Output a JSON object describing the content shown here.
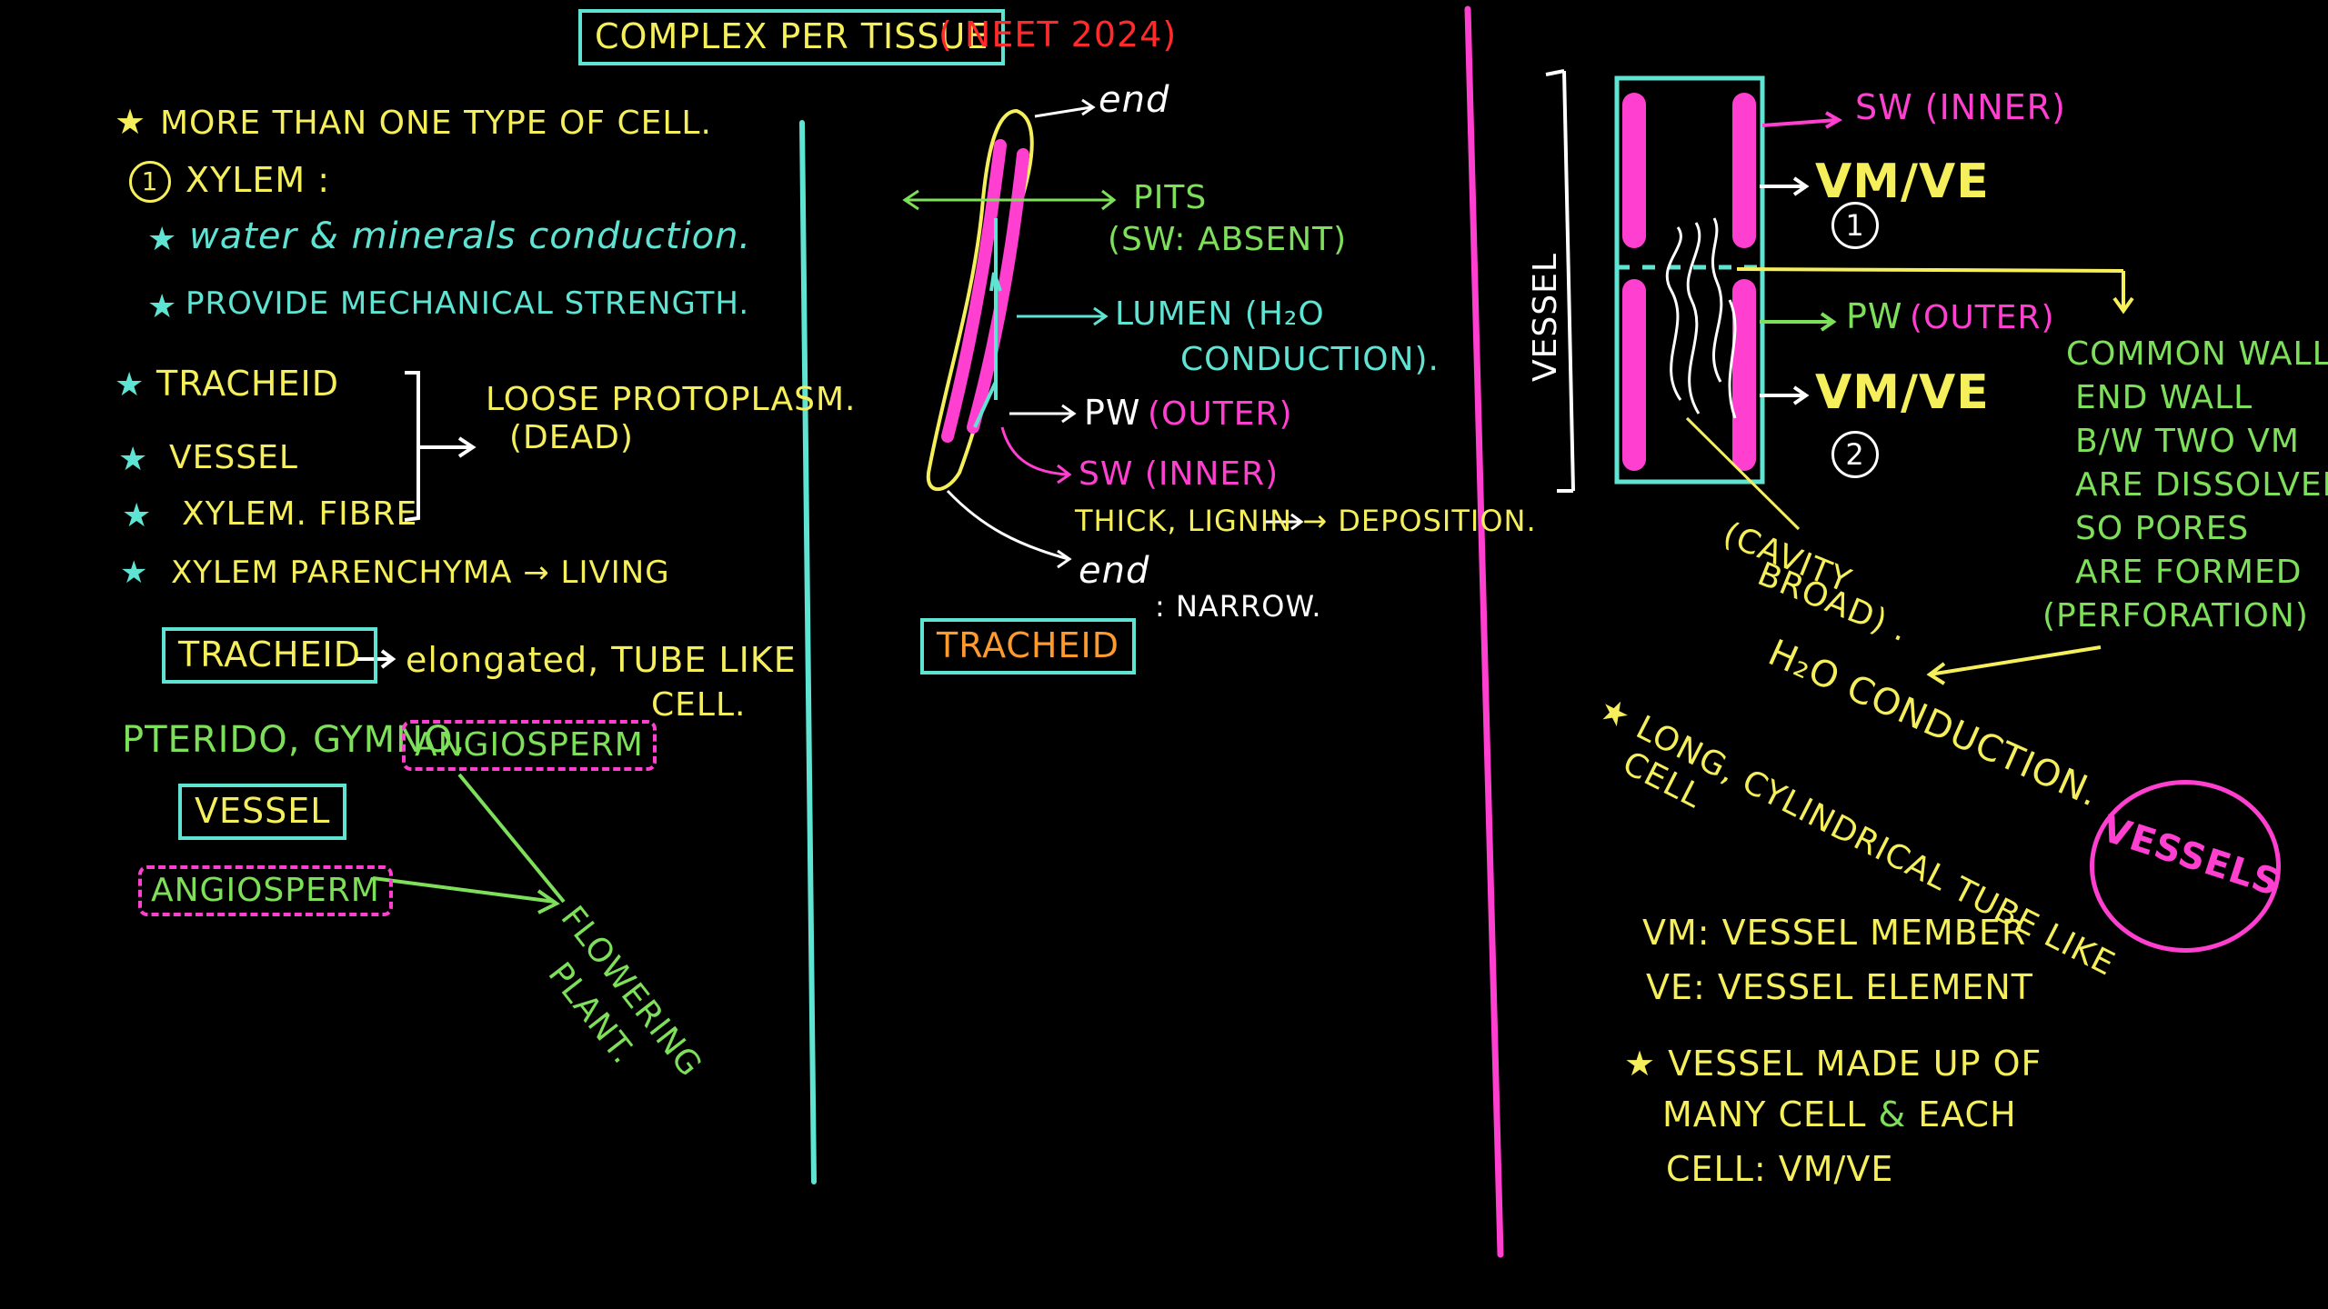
{
  "left": {
    "title": "COMPLEX PER TISSUE",
    "exam_tag": "( NEET 2024)",
    "bullet_more": "MORE THAN ONE TYPE OF CELL.",
    "xylem_heading": "XYLEM :",
    "xylem_num": "1",
    "xylem_point1": "water & minerals conduction.",
    "xylem_point2": "PROVIDE MECHANICAL STRENGTH.",
    "list_tracheid": "TRACHEID",
    "list_vessel": "VESSEL",
    "list_fibre": "XYLEM. FIBRE",
    "group_note_line1": "LOOSE PROTOPLASM.",
    "group_note_line2": "(DEAD)",
    "list_parenchyma": "XYLEM PARENCHYMA → LIVING",
    "tracheid_box": "TRACHEID",
    "tracheid_desc_line1": "elongated, TUBE LIKE",
    "tracheid_desc_line2": "CELL.",
    "groups_prefix": "PTERIDO, GYMNO,",
    "groups_angio": "ANGIOSPERM",
    "vessel_box": "VESSEL",
    "vessel_angio": "ANGIOSPERM",
    "flowering": "FLOWERING",
    "plant": "PLANT."
  },
  "middle": {
    "end_top": "end",
    "pits_line1": "PITS",
    "pits_line2": "(SW: ABSENT)",
    "lumen_line1": "LUMEN (H₂O",
    "lumen_line2": "CONDUCTION).",
    "pw_prefix": "PW",
    "pw_outer": "(OUTER)",
    "sw": "SW (INNER)",
    "thick": "THICK, LIGNIN → DEPOSITION.",
    "end_bottom": "end",
    "narrow": ": NARROW.",
    "tracheid_label": "TRACHEID"
  },
  "right": {
    "vessel_vertical": "VESSEL",
    "sw_inner": "SW (INNER)",
    "vmve1": "VM/VE",
    "num1": "1",
    "pw_prefix": "PW",
    "pw_outer": "(OUTER)",
    "vmve2": "VM/VE",
    "num2": "2",
    "common_lines": [
      "COMMON WALL/",
      "END WALL",
      "B/W TWO VM",
      "ARE DISSOLVED",
      "SO PORES",
      "ARE FORMED",
      "(PERFORATION)"
    ],
    "cavity_line1": "(CAVITY",
    "cavity_line2": "BROAD) .",
    "h2o": "H₂O CONDUCTION.",
    "long_line1": "★ LONG, CYLINDRICAL TUBE LIKE",
    "long_line2": "CELL",
    "vessels_badge": "VESSELS",
    "vm_def": "VM: VESSEL MEMBER",
    "ve_def": "VE: VESSEL ELEMENT",
    "made_line1": "★ VESSEL MADE UP OF",
    "made_line2_a": "MANY CELL",
    "made_line2_amp": "&",
    "made_line2_b": "EACH",
    "made_line3": "CELL: VM/VE"
  },
  "colors": {
    "background": "#000000",
    "yellow": "#f5ef5c",
    "green": "#7ee05a",
    "teal": "#5fe3d3",
    "pink": "#ff3fd0",
    "white": "#ffffff",
    "orange": "#ff9a2e",
    "red": "#ff2b2b"
  }
}
